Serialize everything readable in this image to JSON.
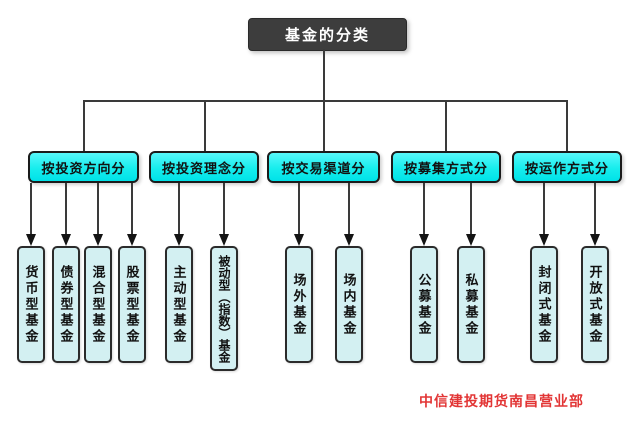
{
  "root": {
    "label": "基金的分类"
  },
  "groups": [
    {
      "label": "按投资方向分",
      "children": [
        "货币型基金",
        "债券型基金",
        "混合型基金",
        "股票型基金"
      ]
    },
    {
      "label": "按投资理念分",
      "children": [
        "主动型基金",
        "被动型（指数）基金"
      ]
    },
    {
      "label": "按交易渠道分",
      "children": [
        "场外基金",
        "场内基金"
      ]
    },
    {
      "label": "按募集方式分",
      "children": [
        "公募基金",
        "私募基金"
      ]
    },
    {
      "label": "按运作方式分",
      "children": [
        "封闭式基金",
        "开放式基金"
      ]
    }
  ],
  "footer": {
    "credit": "中信建投期货南昌营业部"
  },
  "colors": {
    "root_fill": "#3d3d3d",
    "category_fill": "#17eded",
    "leaf_fill": "#d3f0f2",
    "line": "#3a3a3a",
    "credit_text": "#e23535"
  }
}
